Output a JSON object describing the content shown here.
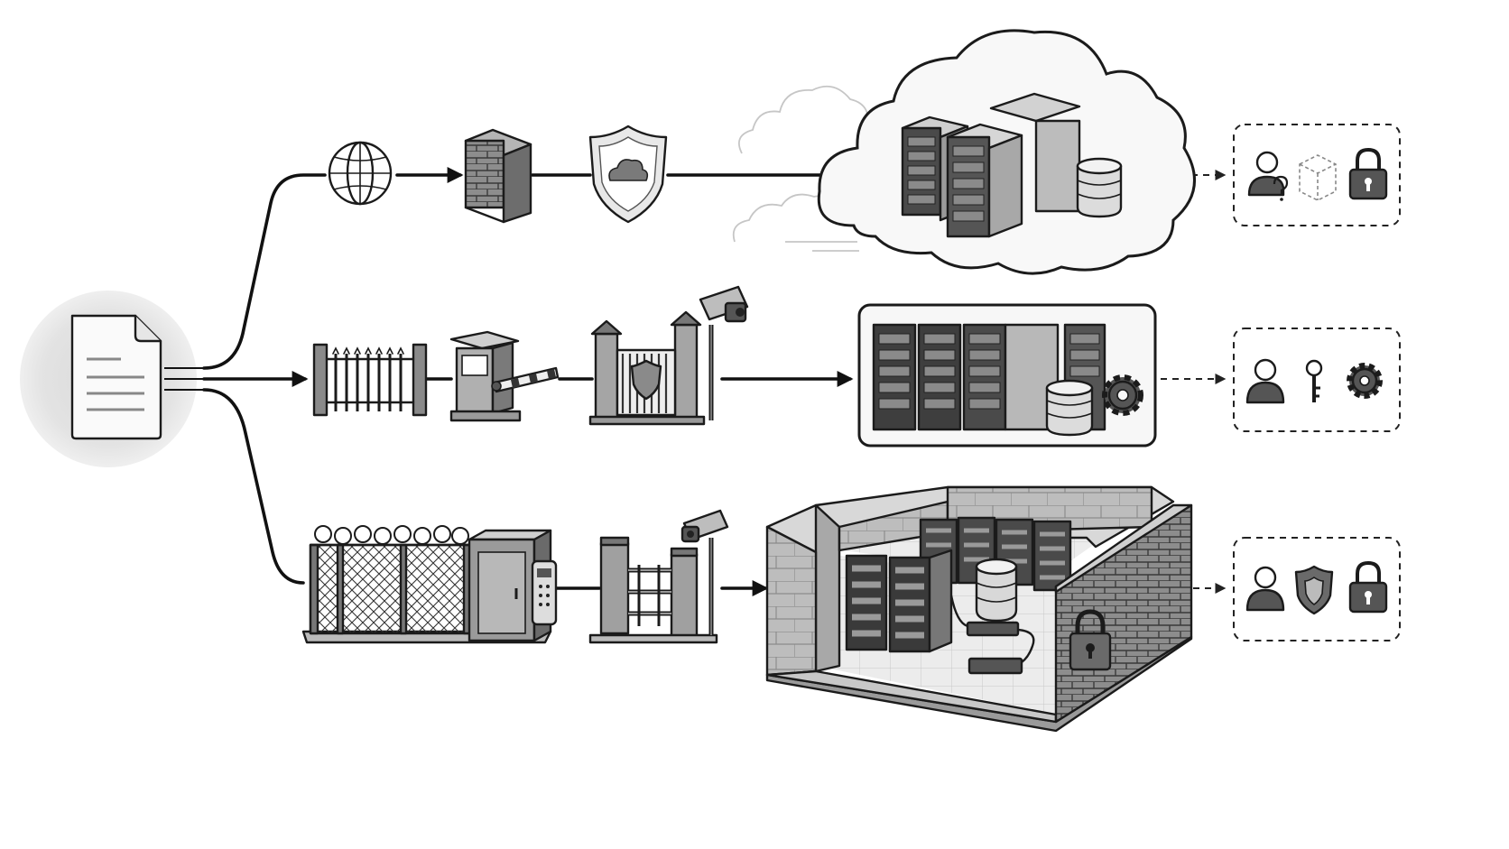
{
  "diagram": {
    "source": {
      "icon": "document-icon"
    },
    "paths": [
      {
        "id": "cloud-path",
        "steps": [
          "globe-icon",
          "brick-firewall-icon",
          "cloud-shield-icon",
          "cloud-datacenter-icon"
        ],
        "controls": [
          "user-question-icon",
          "dashed-cube-icon",
          "padlock-icon"
        ]
      },
      {
        "id": "onpremise-path",
        "steps": [
          "iron-fence-icon",
          "guard-booth-barrier-icon",
          "security-gate-camera-icon",
          "server-room-icon"
        ],
        "controls": [
          "user-icon",
          "key-icon",
          "gear-icon"
        ]
      },
      {
        "id": "vault-path",
        "steps": [
          "razor-wire-fence-keypad-icon",
          "turnstile-camera-icon",
          "walled-vault-datacenter-icon"
        ],
        "controls": [
          "user-icon",
          "shield-icon",
          "padlock-icon"
        ]
      }
    ]
  },
  "colors": {
    "outline": "#1b1b1b",
    "dark_fill": "#4a4a4a",
    "mid_fill": "#8a8a8a",
    "light_fill": "#d6d6d6",
    "halo": "#e2e2e2"
  }
}
